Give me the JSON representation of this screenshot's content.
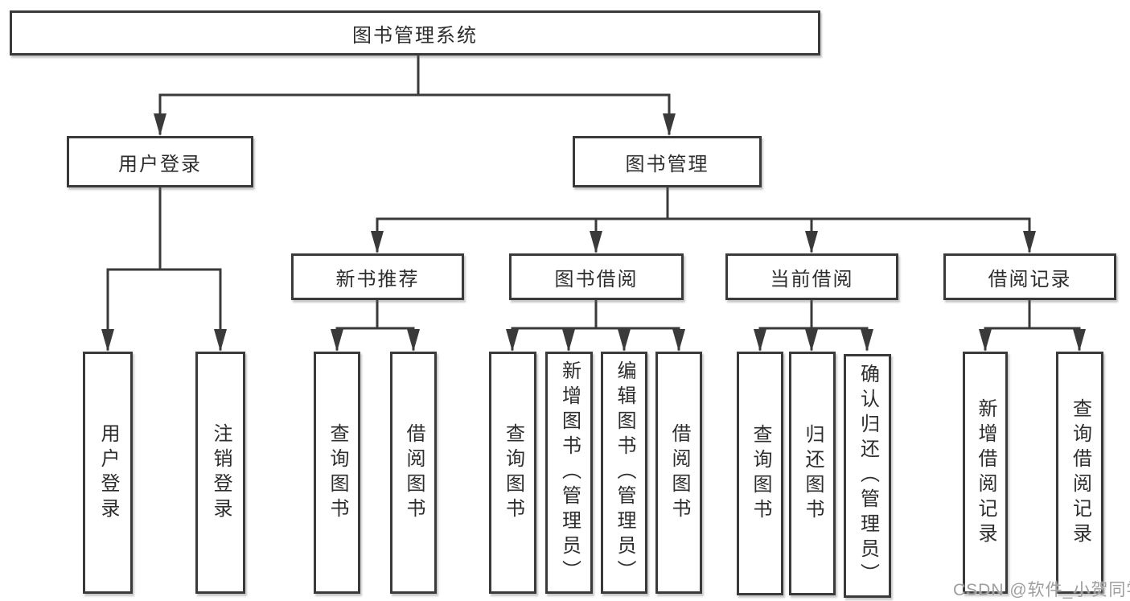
{
  "diagram_title": "图书管理系统",
  "colors": {
    "line": "#3a3a3a",
    "box_border": "#3a3a3a",
    "text": "#2d2d2d",
    "watermark": "#9e9e9e",
    "background": "#ffffff"
  },
  "nodes": {
    "root": "图书管理系统",
    "login": "用户登录",
    "mgmt": "图书管理",
    "rec": "新书推荐",
    "borrow": "图书借阅",
    "current": "当前借阅",
    "record": "借阅记录",
    "leaf_login": "用户登录",
    "leaf_logout": "注销登录",
    "rec_query": "查询图书",
    "rec_borrow": "借阅图书",
    "borrow_query": "查询图书",
    "borrow_add": "新增图书（管理员）",
    "borrow_edit": "编辑图书（管理员）",
    "borrow_lend": "借阅图书",
    "cur_query": "查询图书",
    "cur_return": "归还图书",
    "cur_confirm": "确认归还（管理员）",
    "record_add": "新增借阅记录",
    "record_query": "查询借阅记录"
  },
  "hierarchy": {
    "图书管理系统": {
      "用户登录": [
        "用户登录",
        "注销登录"
      ],
      "图书管理": {
        "新书推荐": [
          "查询图书",
          "借阅图书"
        ],
        "图书借阅": [
          "查询图书",
          "新增图书（管理员）",
          "编辑图书（管理员）",
          "借阅图书"
        ],
        "当前借阅": [
          "查询图书",
          "归还图书",
          "确认归还（管理员）"
        ],
        "借阅记录": [
          "新增借阅记录",
          "查询借阅记录"
        ]
      }
    }
  },
  "watermark": "CSDN @软件_小贺同学"
}
